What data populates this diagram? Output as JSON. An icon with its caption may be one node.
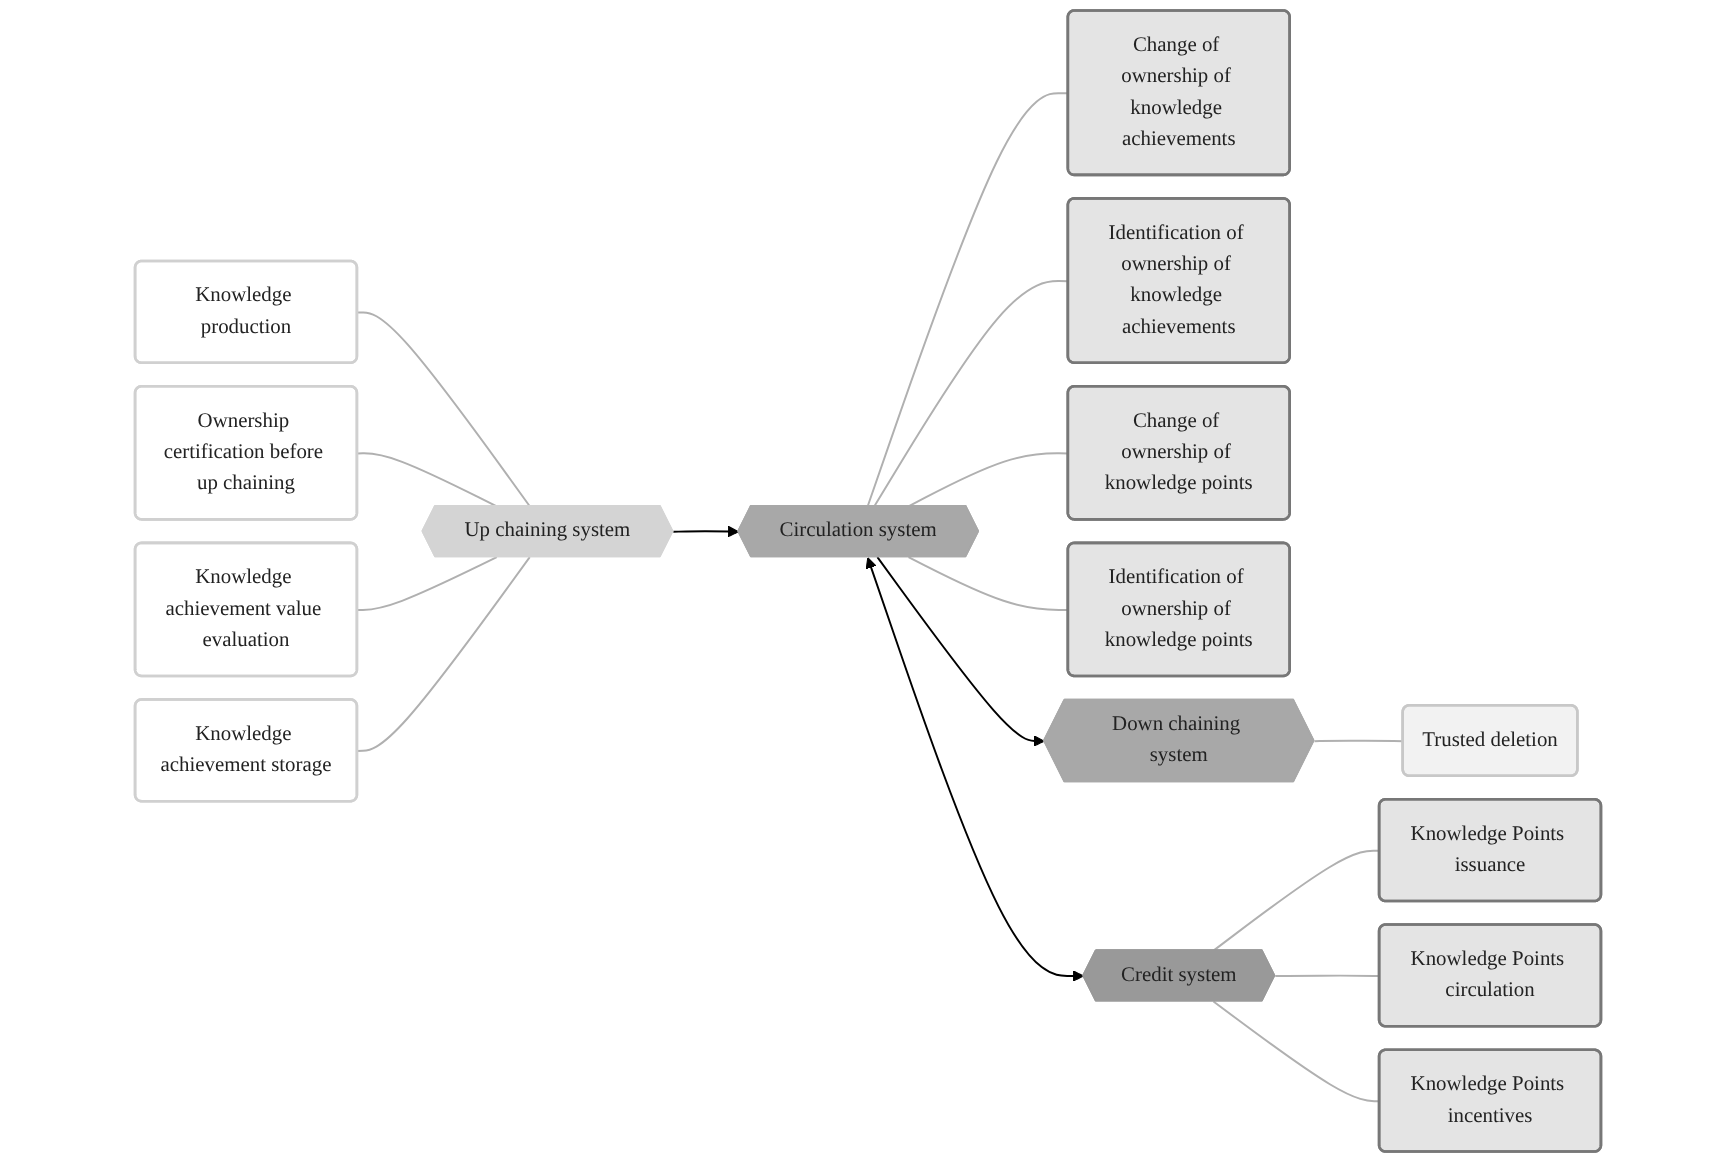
{
  "diagram": {
    "nodes": [
      {
        "text": [
          "Knowledge production"
        ]
      },
      {
        "text": [
          "Ownership certification before up chaining"
        ]
      },
      {
        "text": [
          "Knowledge achievement value evaluation"
        ]
      },
      {
        "text": [
          "Knowledge achievement storage"
        ]
      },
      {
        "text": [
          "Up chaining system"
        ]
      },
      {
        "text": [
          "Change of ownership of knowledge achievements"
        ]
      },
      {
        "text": [
          "Identification of ownership of knowledge achievements"
        ]
      },
      {
        "text": [
          "Change of ownership of knowledge points"
        ]
      },
      {
        "text": [
          "Identification of ownership of knowledge points"
        ]
      },
      {
        "text": [
          "Circulation system"
        ]
      },
      {
        "text": [
          "Down chaining system"
        ]
      },
      {
        "text": [
          "Trusted deletion"
        ]
      },
      {
        "text": [
          "Credit system"
        ]
      },
      {
        "text": [
          "Knowledge Points issuance"
        ]
      },
      {
        "text": [
          "Knowledge Points circulation"
        ]
      },
      {
        "text": [
          "Knowledge Points incentives"
        ]
      }
    ],
    "edges": [
      {
        "from": 0,
        "to": 4,
        "arrow": "none"
      },
      {
        "from": 1,
        "to": 4,
        "arrow": "none"
      },
      {
        "from": 2,
        "to": 4,
        "arrow": "none"
      },
      {
        "from": 3,
        "to": 4,
        "arrow": "none"
      },
      {
        "from": 4,
        "to": 9,
        "arrow": "to",
        "color": "#000000"
      },
      {
        "from": 9,
        "to": 5,
        "arrow": "none"
      },
      {
        "from": 9,
        "to": 6,
        "arrow": "none"
      },
      {
        "from": 9,
        "to": 7,
        "arrow": "none"
      },
      {
        "from": 9,
        "to": 8,
        "arrow": "none"
      },
      {
        "from": 9,
        "to": 10,
        "arrow": "to",
        "color": "#000000"
      },
      {
        "from": 10,
        "to": 11,
        "arrow": "none"
      },
      {
        "from": 9,
        "to": 12,
        "arrow": "both",
        "color": "#000000"
      },
      {
        "from": 12,
        "to": 13,
        "arrow": "none"
      },
      {
        "from": 12,
        "to": 14,
        "arrow": "none"
      },
      {
        "from": 12,
        "to": 15,
        "arrow": "none"
      }
    ]
  }
}
